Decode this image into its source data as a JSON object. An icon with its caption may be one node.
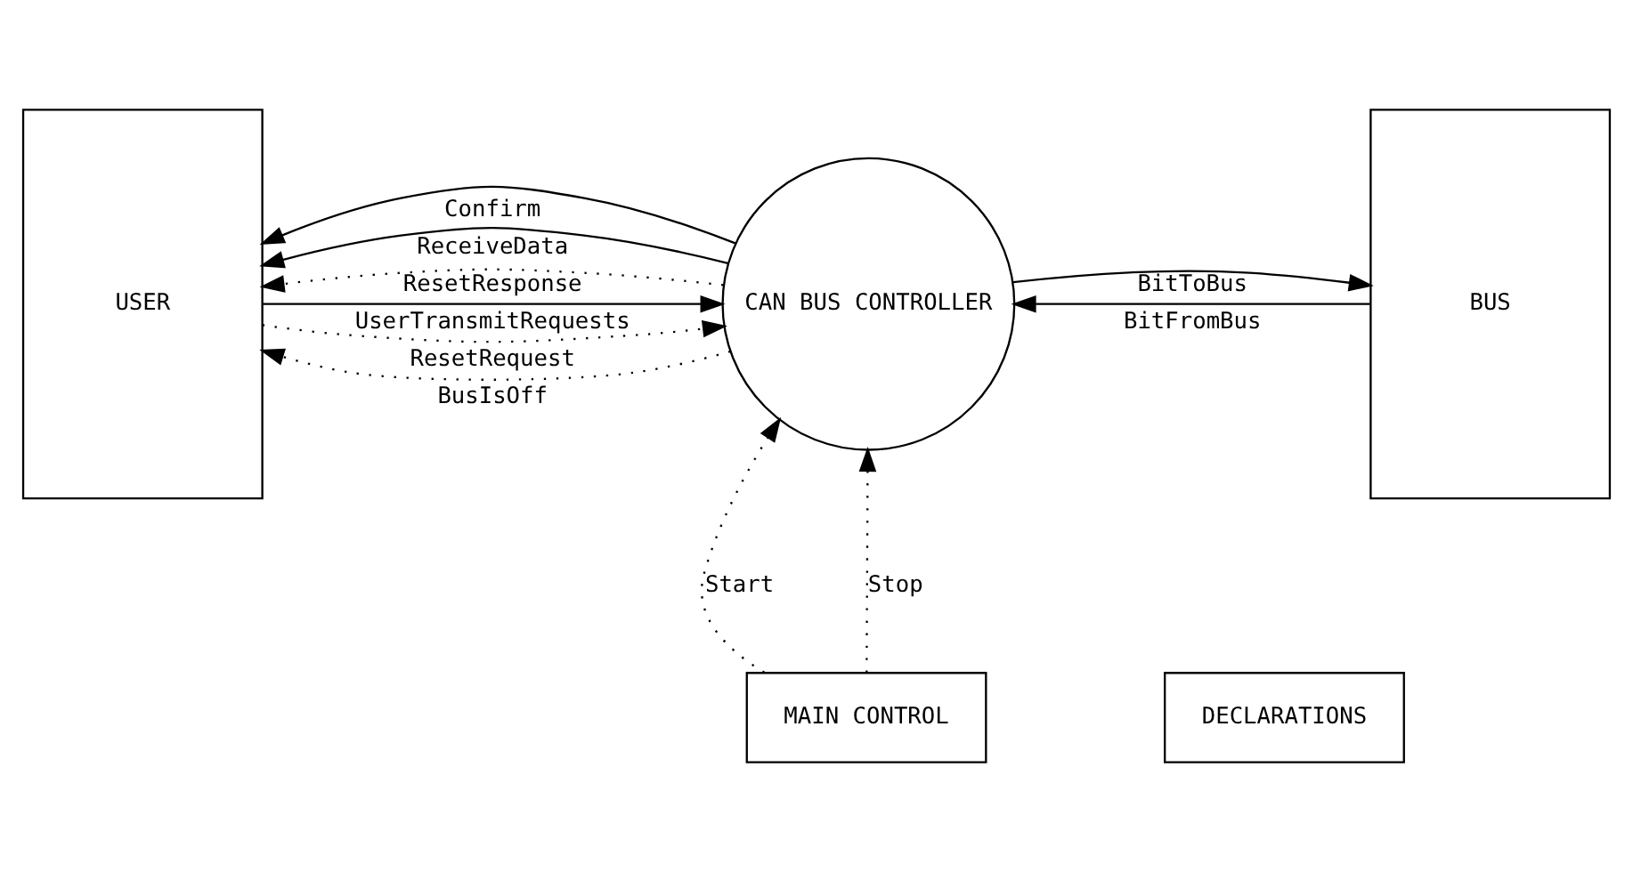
{
  "diagram": {
    "nodes": [
      {
        "text": [
          "USER"
        ]
      },
      {
        "text": [
          "CAN BUS CONTROLLER"
        ]
      },
      {
        "text": [
          "BUS"
        ]
      },
      {
        "text": [
          "MAIN CONTROL"
        ]
      },
      {
        "text": [
          "DECLARATIONS"
        ]
      }
    ],
    "edges": [
      {
        "from": 0,
        "to": 1,
        "arrow": "to",
        "label": "UserTransmitRequests"
      },
      {
        "from": 1,
        "to": 0,
        "arrow": "to",
        "label": "ResetResponse",
        "style": "dashed"
      },
      {
        "from": 1,
        "to": 0,
        "arrow": "to",
        "label": "BusIsOff",
        "style": "dashed"
      },
      {
        "from": 0,
        "to": 1,
        "arrow": "to",
        "label": "ResetRequest",
        "style": "dashed"
      },
      {
        "from": 1,
        "to": 0,
        "arrow": "to",
        "label": "Confirm"
      },
      {
        "from": 1,
        "to": 0,
        "arrow": "to",
        "label": "ReceiveData"
      },
      {
        "from": 2,
        "to": 1,
        "arrow": "to",
        "label": "BitFromBus"
      },
      {
        "from": 1,
        "to": 2,
        "arrow": "to",
        "label": "BitToBus"
      },
      {
        "from": 3,
        "to": 1,
        "arrow": "to",
        "label": "Start",
        "style": "dashed"
      },
      {
        "from": 3,
        "to": 1,
        "arrow": "to",
        "label": "Stop",
        "style": "dashed"
      }
    ]
  }
}
